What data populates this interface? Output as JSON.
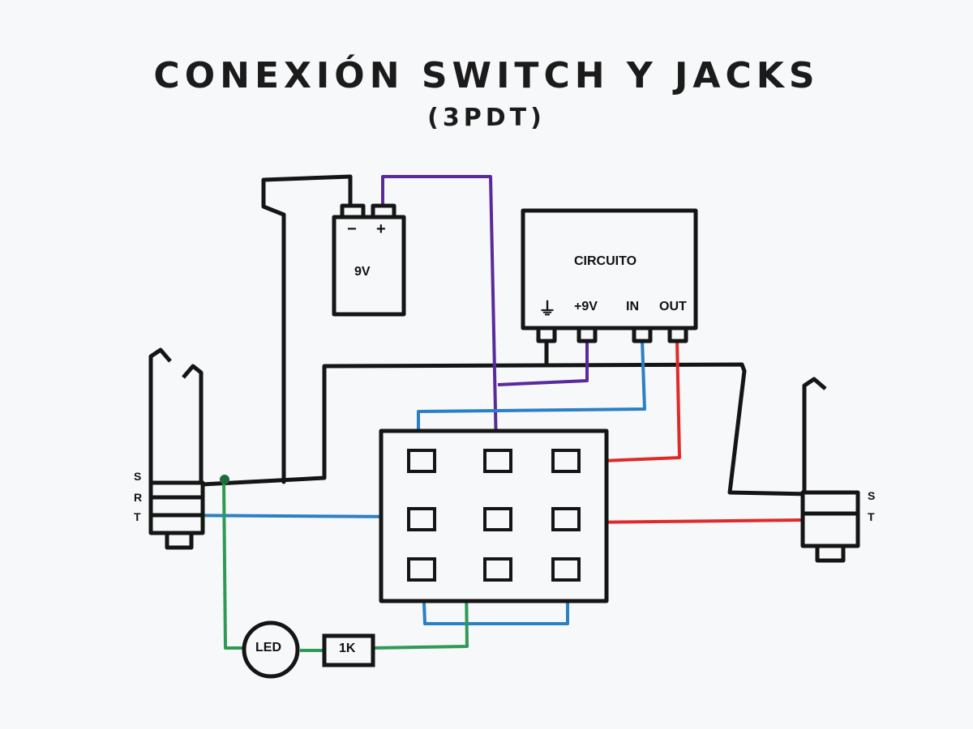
{
  "title": "CONEXIÓN SWITCH Y JACKS",
  "subtitle": "(3PDT)",
  "battery": {
    "label": "9V",
    "minus": "−",
    "plus": "+"
  },
  "circuit": {
    "label": "CIRCUITO",
    "pins": {
      "ground": "⏚",
      "v9": "+9V",
      "in": "IN",
      "out": "OUT"
    }
  },
  "left_jack": {
    "s": "S",
    "r": "R",
    "t": "T"
  },
  "right_jack": {
    "s": "S",
    "t": "T"
  },
  "led": "LED",
  "resistor": "1K",
  "colors": {
    "ink": "#151515",
    "purple": "#5b2a9a",
    "blue": "#2b7fc4",
    "red": "#e02a2a",
    "green": "#2e9a55",
    "paper": "#f7f8f9"
  }
}
